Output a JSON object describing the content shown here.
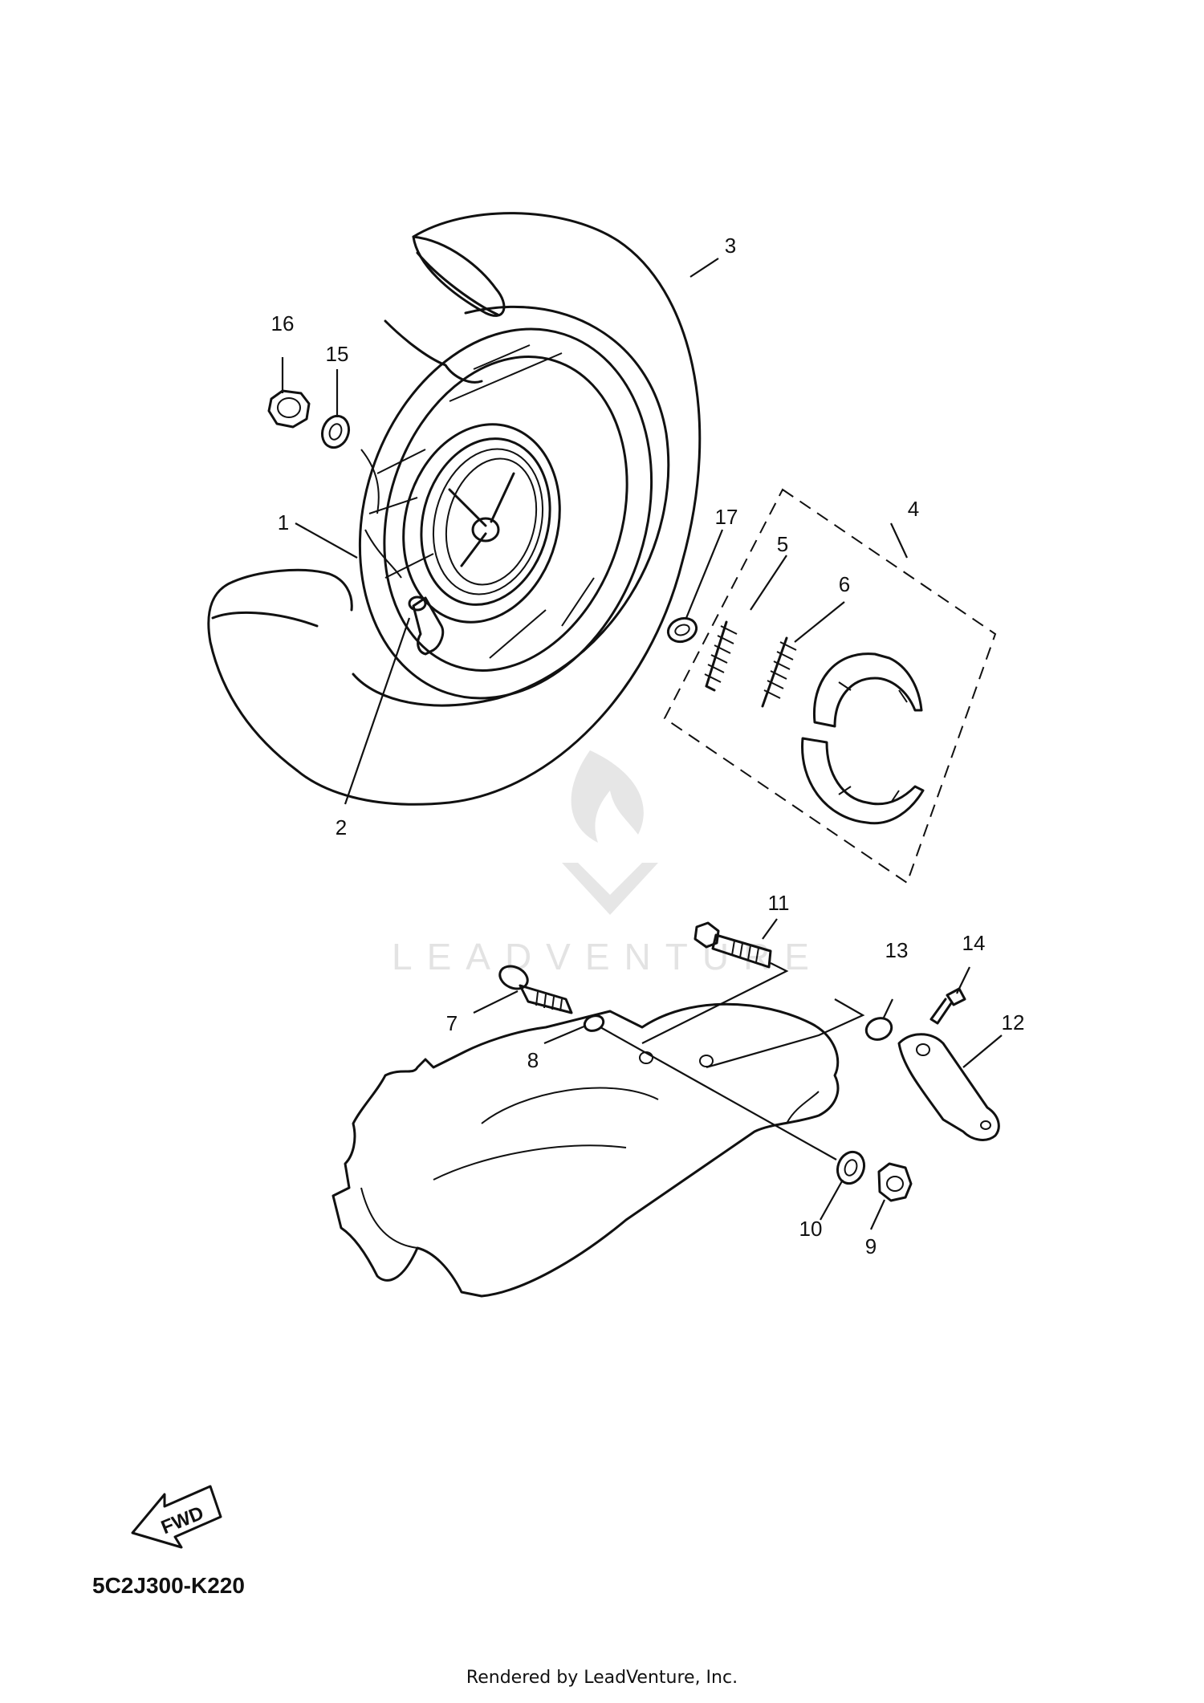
{
  "watermark": {
    "text": "LEADVENTURE",
    "color": "#e3e3e3"
  },
  "callouts": {
    "c1": "1",
    "c2": "2",
    "c3": "3",
    "c4": "4",
    "c5": "5",
    "c6": "6",
    "c7": "7",
    "c8": "8",
    "c9": "9",
    "c10": "10",
    "c11": "11",
    "c12": "12",
    "c13": "13",
    "c14": "14",
    "c15": "15",
    "c16": "16",
    "c17": "17"
  },
  "direction": {
    "label": "FWD"
  },
  "diagram_code": "5C2J300-K220",
  "credit": "Rendered by LeadVenture, Inc."
}
